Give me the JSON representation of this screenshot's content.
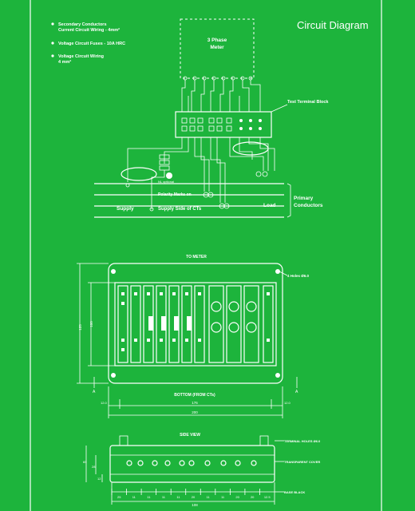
{
  "title": "Circuit Diagram",
  "notes": [
    {
      "line1": "Secondary Conductors",
      "line2": "Current Circuit Wiring - 4mm²"
    },
    {
      "line1": "Voltage Circuit Fuses - 10A HRC",
      "line2": ""
    },
    {
      "line1": "Voltage Circuit Wiring",
      "line2": "4 mm²"
    }
  ],
  "meter": {
    "line1": "3 Phase",
    "line2": "Meter"
  },
  "labels": {
    "test_terminal_block": "Test Terminal Block",
    "nl_optional": "NL optional",
    "polarity_marks": "Polarity Marks on",
    "supply": "Supply",
    "supply_side_cts": "Supply Side of CTs",
    "load": "Load",
    "primary_conductors_1": "Primary",
    "primary_conductors_2": "Conductors",
    "to_meter": "TO METER",
    "holes": "4 Holes Ø6.0",
    "bottom": "BOTTOM (FROM CTs)",
    "side_view": "SIDE VIEW",
    "terminal_holes": "TERMINAL HOLES Ø6.0",
    "transparent_cover": "TRANSPARENT COVER",
    "base_black": "BASE BLACK",
    "section_a": "A"
  },
  "dimensions": {
    "width_inner": "176",
    "width_outer": "200",
    "left_offset": "12.0",
    "right_offset": "12.0",
    "height_outer": "125",
    "height_inner": "100",
    "side_height_1": "65",
    "side_height_2": "28",
    "side_height_3": "12",
    "side_width": "108",
    "side_segments": [
      "25",
      "11",
      "11",
      "11",
      "11",
      "20",
      "11",
      "11",
      "20",
      "20",
      "12.5"
    ]
  },
  "colors": {
    "background": "#1db43c",
    "ink": "#ffffff"
  }
}
